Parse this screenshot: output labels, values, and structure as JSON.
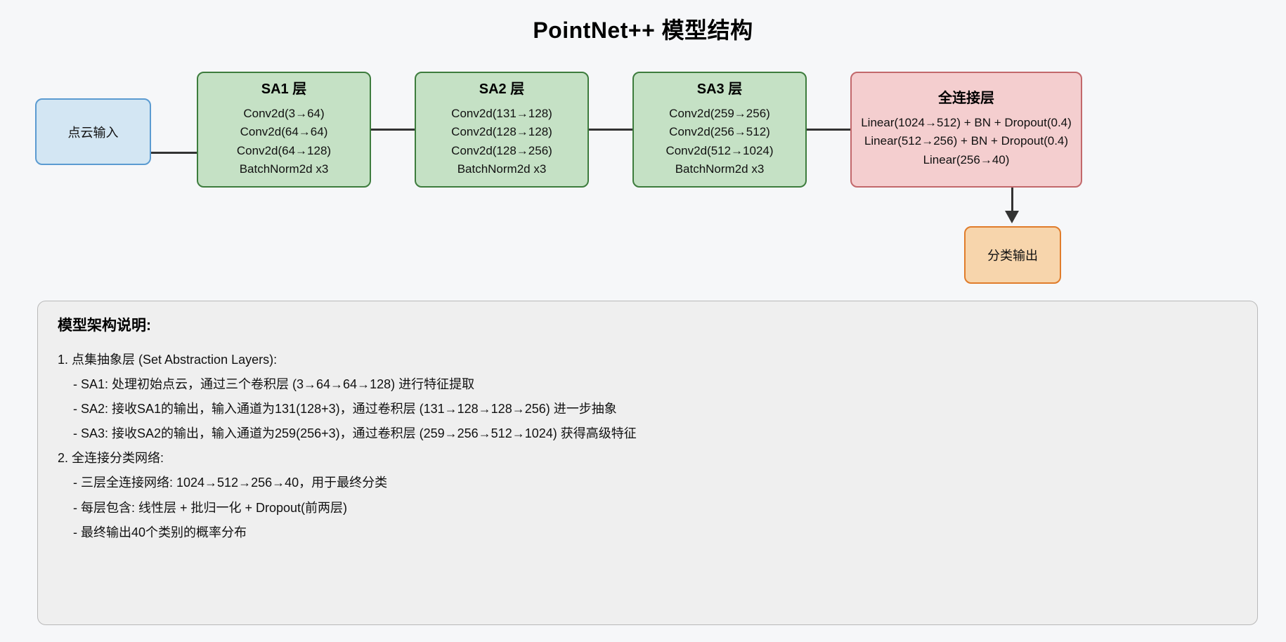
{
  "page": {
    "title": "PointNet++ 模型结构",
    "background_color": "#f6f7f9"
  },
  "colors": {
    "input_fill": "#d3e6f3",
    "input_border": "#5b9bd1",
    "sa_fill": "#c5e1c5",
    "sa_border": "#3d7c3d",
    "fc_fill": "#f4cecf",
    "fc_border": "#c2686b",
    "output_fill": "#f7d5ac",
    "output_border": "#e07c2b",
    "connector": "#333333",
    "panel_fill": "#efefef",
    "panel_border": "#b9b9b9"
  },
  "diagram": {
    "input": {
      "label": "点云输入"
    },
    "sa1": {
      "title": "SA1 层",
      "lines": [
        "Conv2d(3→64)",
        "Conv2d(64→64)",
        "Conv2d(64→128)",
        "BatchNorm2d x3"
      ]
    },
    "sa2": {
      "title": "SA2 层",
      "lines": [
        "Conv2d(131→128)",
        "Conv2d(128→128)",
        "Conv2d(128→256)",
        "BatchNorm2d x3"
      ]
    },
    "sa3": {
      "title": "SA3 层",
      "lines": [
        "Conv2d(259→256)",
        "Conv2d(256→512)",
        "Conv2d(512→1024)",
        "BatchNorm2d x3"
      ]
    },
    "fc": {
      "title": "全连接层",
      "lines": [
        "Linear(1024→512) + BN + Dropout(0.4)",
        "Linear(512→256) + BN + Dropout(0.4)",
        "Linear(256→40)"
      ]
    },
    "output": {
      "label": "分类输出"
    }
  },
  "description": {
    "heading": "模型架构说明:",
    "section1": "1. 点集抽象层 (Set Abstraction Layers):",
    "section1_bullets": [
      "- SA1: 处理初始点云，通过三个卷积层 (3→64→64→128) 进行特征提取",
      "- SA2: 接收SA1的输出，输入通道为131(128+3)，通过卷积层 (131→128→128→256) 进一步抽象",
      "- SA3: 接收SA2的输出，输入通道为259(256+3)，通过卷积层 (259→256→512→1024) 获得高级特征"
    ],
    "section2": "2. 全连接分类网络:",
    "section2_bullets": [
      "- 三层全连接网络: 1024→512→256→40，用于最终分类",
      "- 每层包含: 线性层 + 批归一化 + Dropout(前两层)",
      "- 最终输出40个类别的概率分布"
    ]
  }
}
